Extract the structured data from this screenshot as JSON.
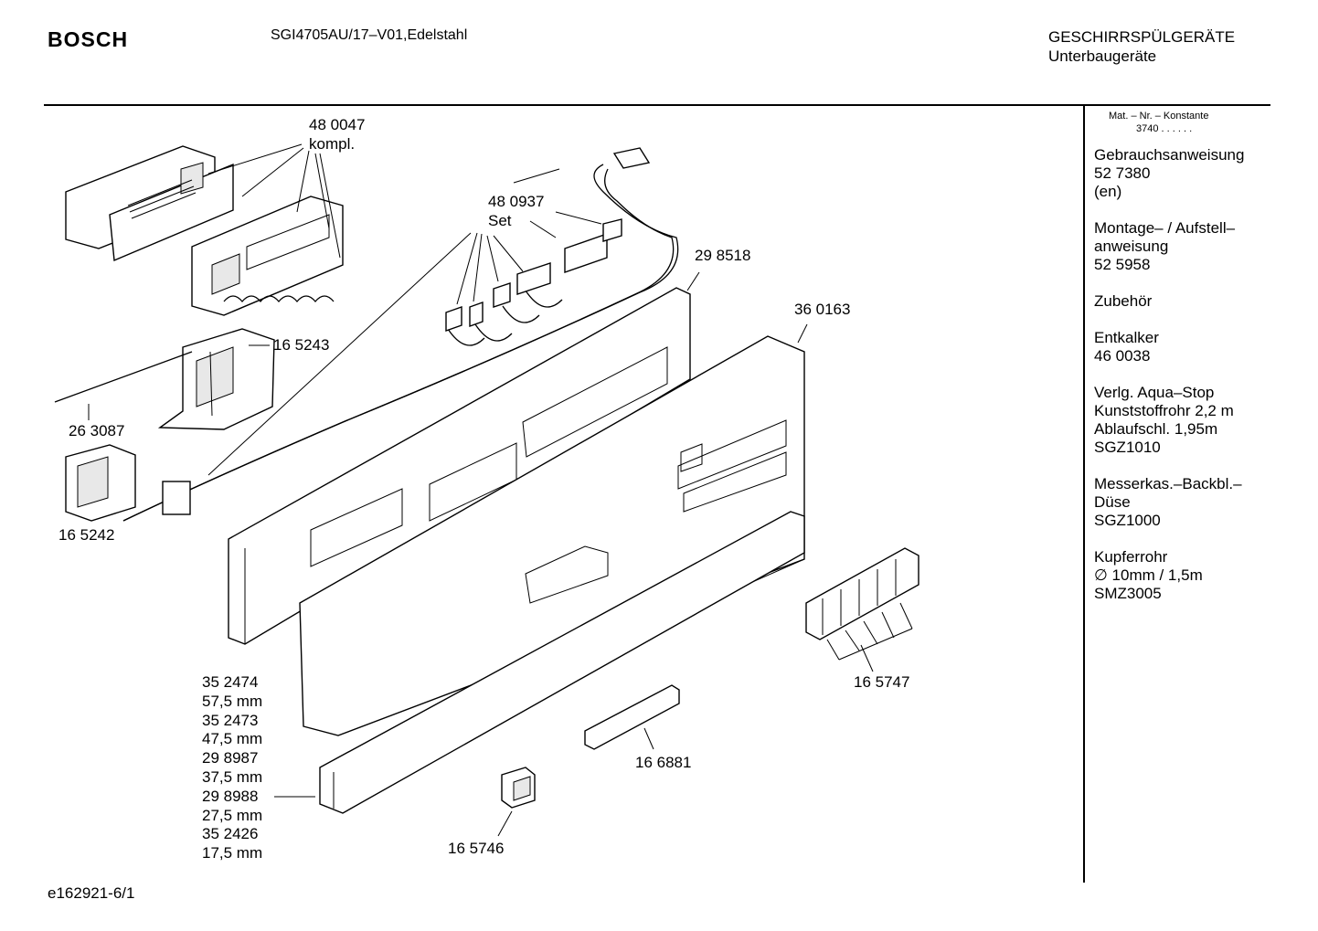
{
  "header": {
    "brand": "BOSCH",
    "model": "SGI4705AU/17–V01,Edelstahl",
    "category_line1": "GESCHIRRSPÜLGERÄTE",
    "category_line2": "Unterbaugeräte"
  },
  "sidebar": {
    "mat_header": "Mat. – Nr. – Konstante",
    "mat_value": "3740 . . . . . .",
    "entries": [
      {
        "lines": [
          "Gebrauchsanweisung",
          "52 7380",
          "(en)"
        ]
      },
      {
        "lines": [
          "Montage– / Aufstell–",
          "anweisung",
          "52 5958"
        ]
      },
      {
        "lines": [
          "Zubehör"
        ]
      },
      {
        "lines": [
          "Entkalker",
          "46 0038"
        ]
      },
      {
        "lines": [
          "Verlg. Aqua–Stop",
          "Kunststoffrohr 2,2 m",
          "Ablaufschl. 1,95m",
          "SGZ1010"
        ]
      },
      {
        "lines": [
          "Messerkas.–Backbl.–",
          "Düse",
          "SGZ1000"
        ]
      },
      {
        "lines": [
          "Kupferrohr",
          "∅ 10mm / 1,5m",
          "SMZ3005"
        ]
      }
    ]
  },
  "callouts": {
    "c480047": "48 0047",
    "kompl": "kompl.",
    "c480937": "48 0937",
    "set": "Set",
    "c298518": "29 8518",
    "c360163": "36 0163",
    "c165243": "16 5243",
    "c263087": "26 3087",
    "c165242": "16 5242",
    "c165747": "16 5747",
    "c166881": "16 6881",
    "c165746": "16 5746"
  },
  "sizes": [
    "35 2474",
    "57,5 mm",
    "35 2473",
    "47,5 mm",
    "29 8987",
    "37,5 mm",
    "29 8988",
    "27,5 mm",
    "35 2426",
    "17,5 mm"
  ],
  "footer": "e162921-6/1"
}
